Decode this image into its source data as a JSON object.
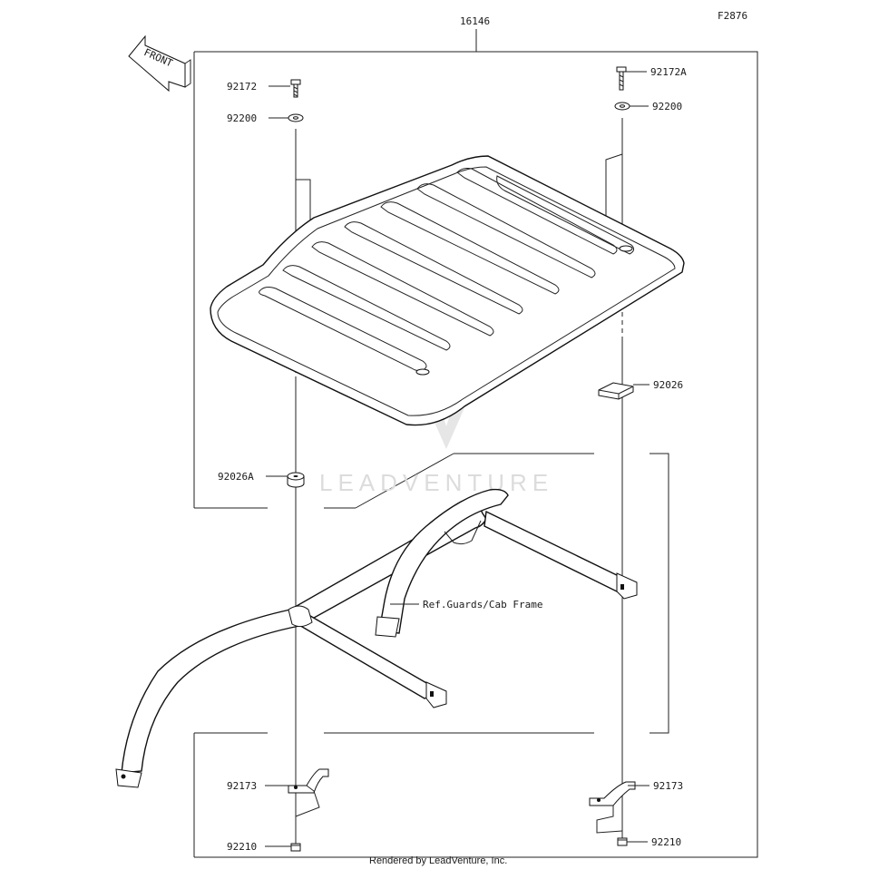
{
  "figure_code": "F2876",
  "front_label": "FRONT",
  "assembly_number": "16146",
  "callouts": {
    "bolt_left": "92172",
    "bolt_right": "92172A",
    "washer_left": "92200",
    "washer_right": "92200",
    "spacer_right": "92026",
    "spacer_left": "92026A",
    "clamp_left": "92173",
    "clamp_right": "92173",
    "nut_left": "92210",
    "nut_right": "92210"
  },
  "reference_note": "Ref.Guards/Cab Frame",
  "watermark": "LEADVENTURE",
  "footer": "Rendered by LeadVenture, Inc."
}
